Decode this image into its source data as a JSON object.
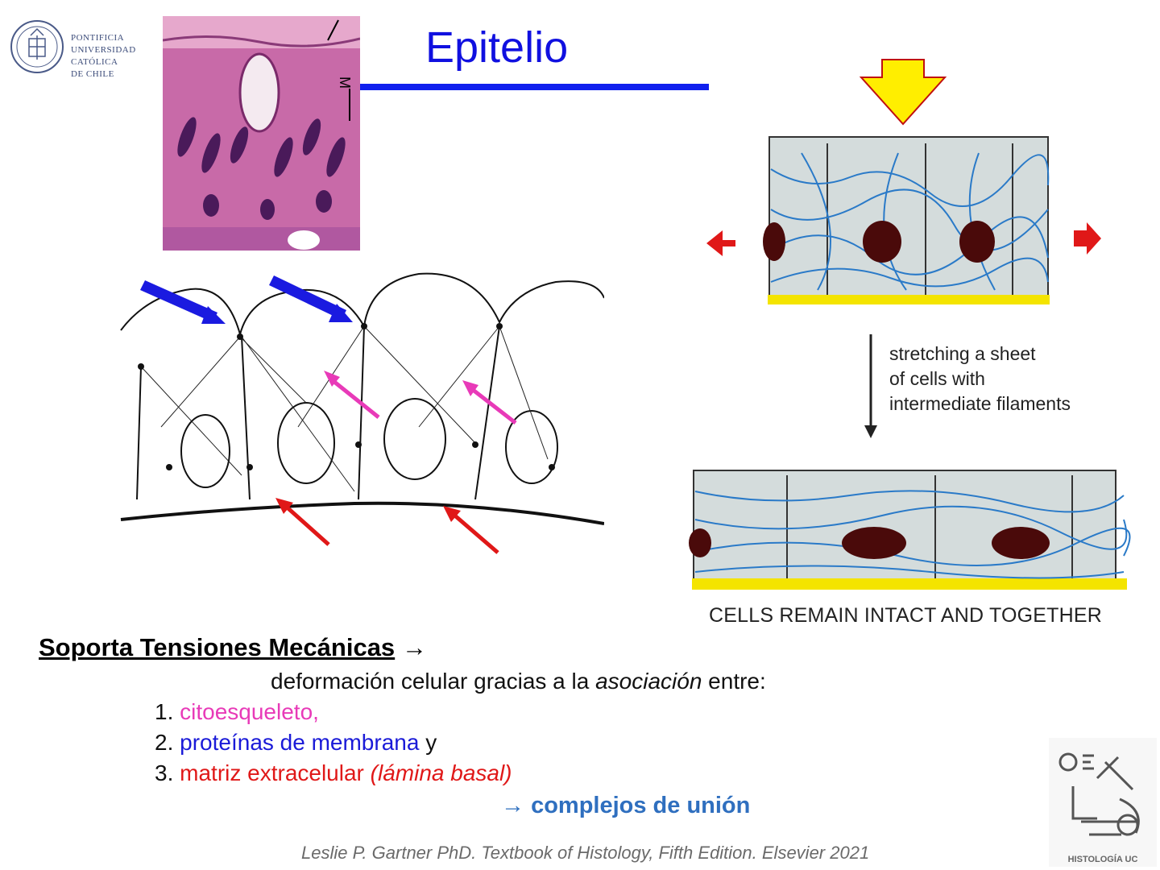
{
  "header": {
    "logo_lines": [
      "PONTIFICIA",
      "UNIVERSIDAD",
      "CATÓLICA",
      "DE CHILE"
    ],
    "title": "Epitelio"
  },
  "micrograph": {
    "label": "M"
  },
  "diagram": {
    "caption_lines": [
      "stretching a sheet",
      "of cells with",
      "intermediate filaments"
    ],
    "bottom_caption": "CELLS REMAIN INTACT AND TOGETHER"
  },
  "text": {
    "heading": "Soporta Tensiones Mecánicas",
    "heading_arrow": "→",
    "intro_before": "deformación celular gracias a la ",
    "intro_italic": "asociación",
    "intro_after": " entre:",
    "item1_num": "1. ",
    "item1": "citoesqueleto,",
    "item2_num": "2. ",
    "item2": "proteínas de membrana",
    "item2_suffix": " y",
    "item3_num": "3. ",
    "item3": "matriz extracelular ",
    "item3_italic": "(lámina basal)",
    "conclusion_arrow": "→",
    "conclusion": "complejos de unión",
    "citation": "Leslie P. Gartner PhD. Textbook of Histology, Fifth Edition. Elsevier 2021"
  },
  "footer_logo": {
    "label": "HISTOLOGÍA UC"
  }
}
